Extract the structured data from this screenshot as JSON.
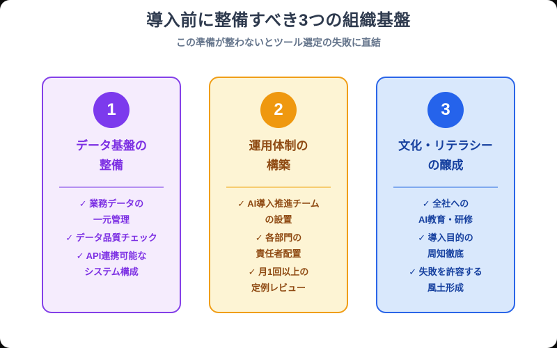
{
  "header": {
    "title": "導入前に整備すべき3つの組織基盤",
    "subtitle": "この準備が整わないとツール選定の失敗に直結"
  },
  "colors": {
    "page_background": "#0a0a0a",
    "canvas_background": "#ffffff",
    "title_text": "#2e3a4e",
    "subtitle_text": "#64748b"
  },
  "cards": [
    {
      "number": "1",
      "slug": "data-foundation",
      "title_lines": [
        "データ基盤の",
        "整備"
      ],
      "items": [
        {
          "lines": [
            "✓ 業務データの",
            "一元管理"
          ]
        },
        {
          "lines": [
            "✓ データ品質チェック"
          ]
        },
        {
          "lines": [
            "✓ API連携可能な",
            "システム構成"
          ]
        }
      ],
      "colors": {
        "bg": "#f5ecfd",
        "border": "#8440e8",
        "badge": "#7c3aed",
        "badge_text": "#ffffff",
        "heading": "#7c2fe3",
        "item_text": "#7c2fe3",
        "divider": "#b48ef2"
      }
    },
    {
      "number": "2",
      "slug": "operation-structure",
      "title_lines": [
        "運用体制の",
        "構築"
      ],
      "items": [
        {
          "lines": [
            "✓ AI導入推進チーム",
            "の設置"
          ]
        },
        {
          "lines": [
            "✓ 各部門の",
            "責任者配置"
          ]
        },
        {
          "lines": [
            "✓ 月1回以上の",
            "定例レビュー"
          ]
        }
      ],
      "colors": {
        "bg": "#fdf4d4",
        "border": "#f09e17",
        "badge": "#ef980f",
        "badge_text": "#ffffff",
        "heading": "#8f4a13",
        "item_text": "#8f4a13",
        "divider": "#f6cc70"
      }
    },
    {
      "number": "3",
      "slug": "culture-literacy",
      "title_lines": [
        "文化・リテラシー",
        "の醸成"
      ],
      "items": [
        {
          "lines": [
            "✓ 全社への",
            "AI教育・研修"
          ]
        },
        {
          "lines": [
            "✓ 導入目的の",
            "周知徹底"
          ]
        },
        {
          "lines": [
            "✓ 失敗を許容する",
            "風土形成"
          ]
        }
      ],
      "colors": {
        "bg": "#d9e8fc",
        "border": "#2a65e8",
        "badge": "#2563eb",
        "badge_text": "#ffffff",
        "heading": "#16409f",
        "item_text": "#16409f",
        "divider": "#7fa9ef"
      }
    }
  ]
}
